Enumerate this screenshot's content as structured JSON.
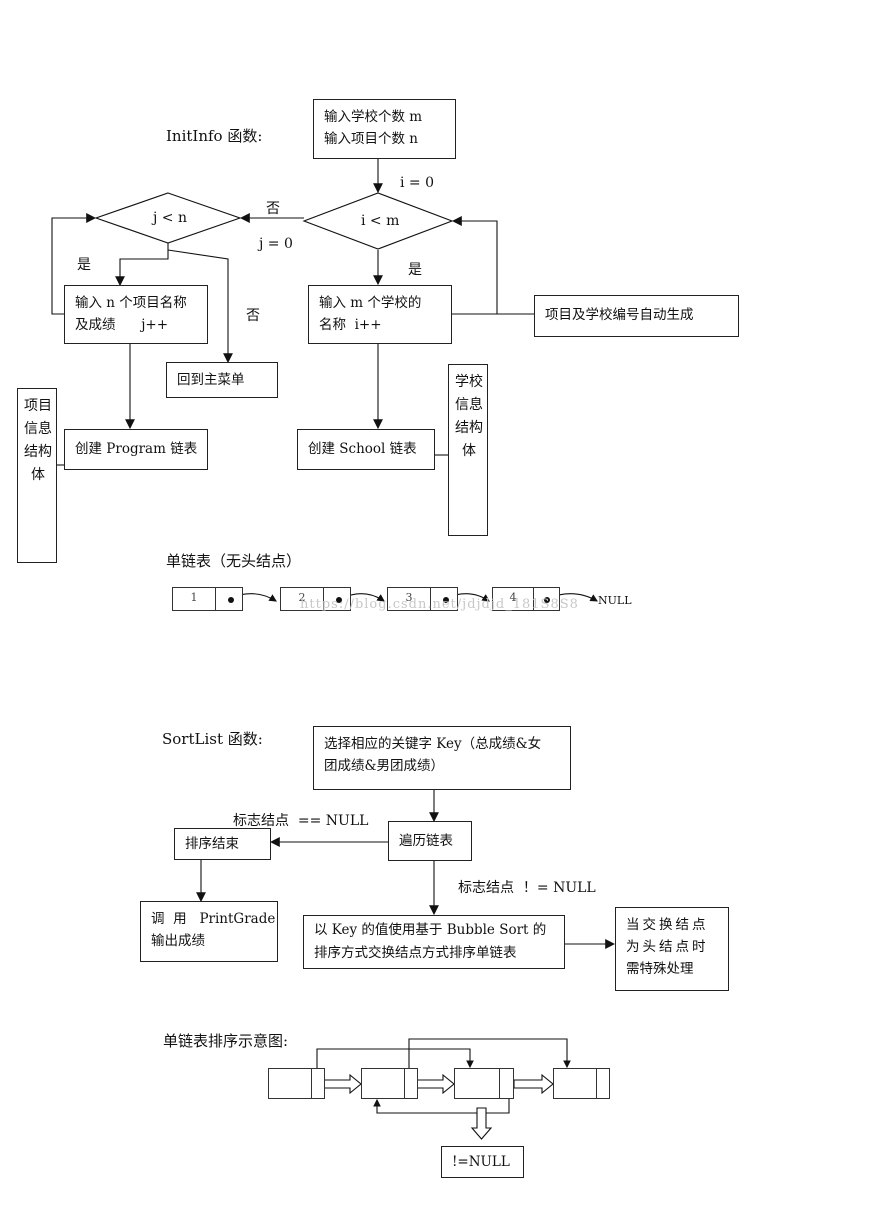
{
  "initinfo": {
    "title": "InitInfo 函数:",
    "box_input": [
      "输入学校个数 m",
      "输入项目个数 n"
    ],
    "lbl_i0": "i = 0",
    "diamond_jn": "j < n",
    "diamond_im": "i < m",
    "lbl_no_left": "否",
    "lbl_j0": "j = 0",
    "lbl_yes_left": "是",
    "lbl_yes_right": "是",
    "lbl_no_down": "否",
    "box_program_input": [
      "输入 n 个项目名称",
      "及成绩      j++"
    ],
    "box_school_input": [
      "输入 m 个学校的",
      "名称  i++"
    ],
    "box_autogen": "项目及学校编号自动生成",
    "box_return": "回到主菜单",
    "box_create_program": "创建 Program 链表",
    "box_create_school": "创建 School 链表",
    "vbox_program": "项目信息结构体",
    "vbox_school": "学校信息结构体"
  },
  "linked_list": {
    "title": "单链表（无头结点）",
    "nodes": [
      "1",
      "2",
      "3",
      "4"
    ],
    "null_label": "NULL",
    "watermark": "https://blog.csdn.net/jdjdjd_181S8S8"
  },
  "sortlist": {
    "title": "SortList 函数:",
    "box_select_key": [
      "选择相应的关键字 Key（总成绩&女",
      "团成绩&男团成绩）"
    ],
    "lbl_flag_null": "标志结点  == NULL",
    "box_traverse": "遍历链表",
    "box_sort_end": "排序结束",
    "lbl_flag_not_null": "标志结点  ！= NULL",
    "box_printgrade": [
      "调  用   PrintGrade",
      "输出成绩"
    ],
    "box_bubble": [
      "以 Key 的值使用基于 Bubble Sort 的",
      "排序方式交换结点方式排序单链表"
    ],
    "box_special": [
      "当交换结点",
      "为头结点时",
      "需特殊处理"
    ]
  },
  "sort_diagram": {
    "title": "单链表排序示意图:",
    "null_box": "!=NULL"
  }
}
